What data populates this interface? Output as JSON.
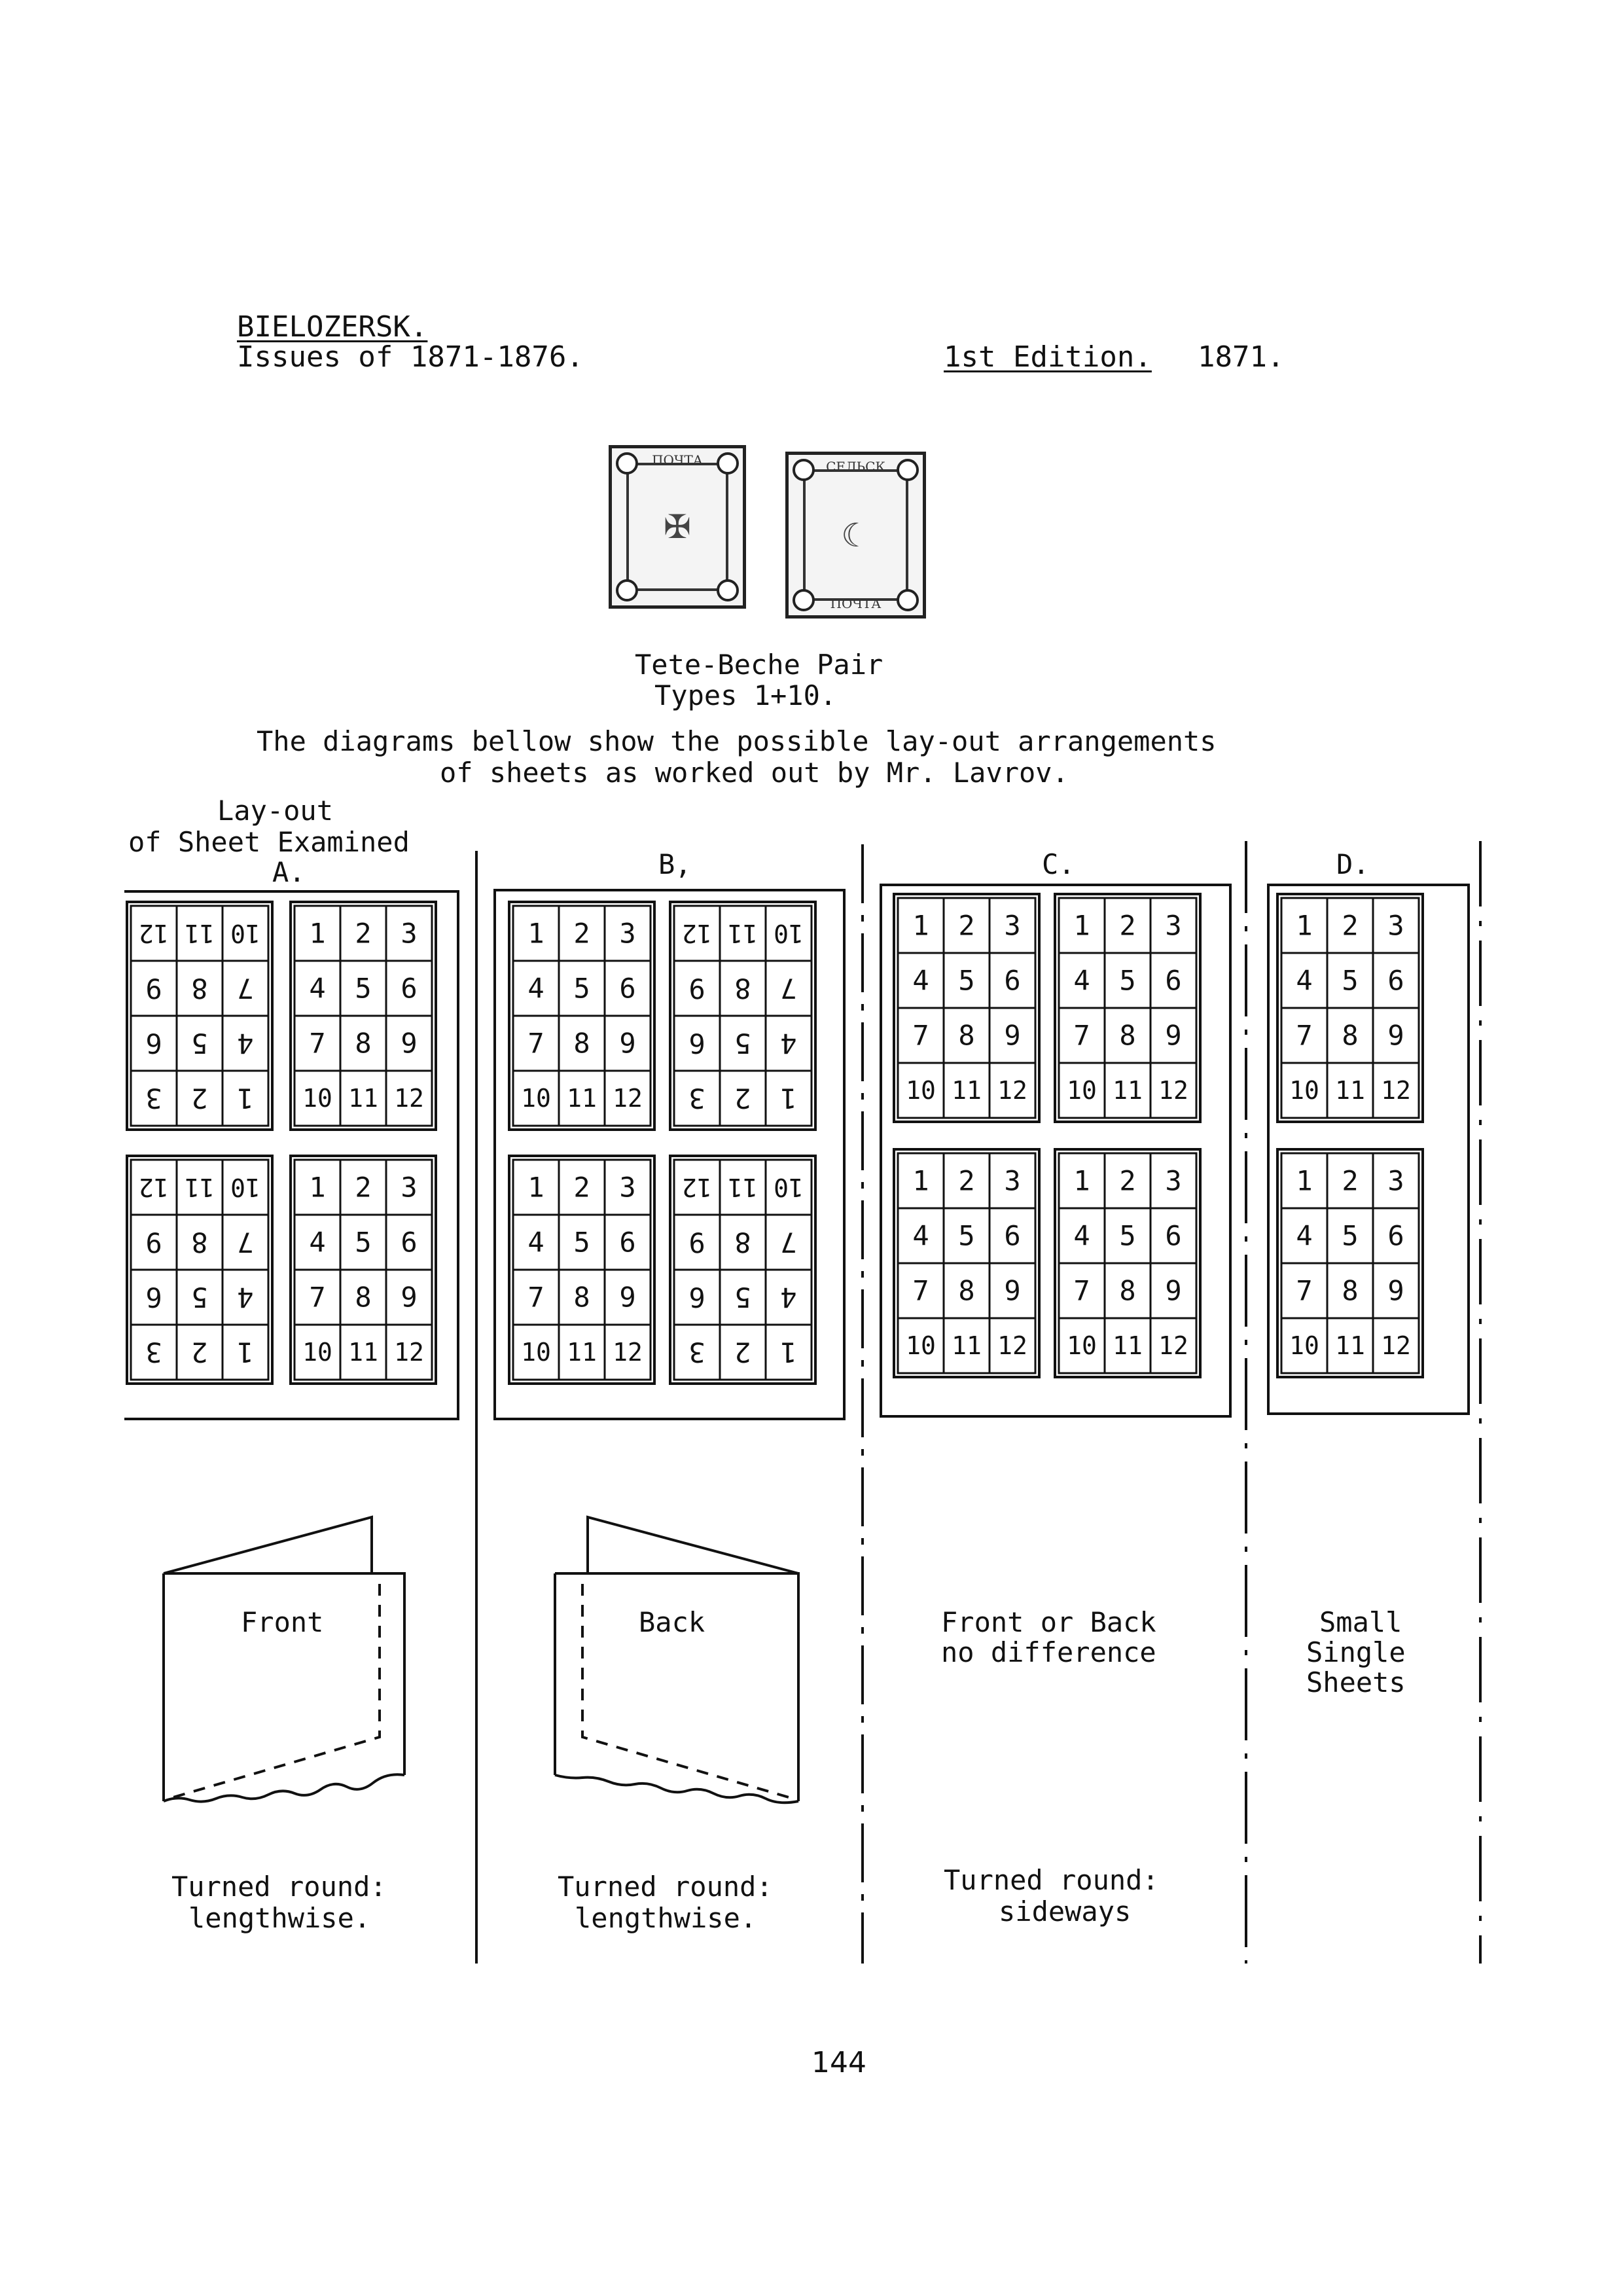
{
  "header": {
    "title": "BIELOZERSK.",
    "issues": "Issues of 1871-1876.",
    "edition": "1st Edition.",
    "edition_year": "1871."
  },
  "stamps": {
    "left_top_text": "ПОЧТА",
    "right_top_text": "СЕЛЬСК",
    "right_bottom_text": "ПОЧТА"
  },
  "caption": {
    "line1": "Tete-Beche Pair",
    "line2": "Types 1+10."
  },
  "intro": {
    "line1": "The diagrams bellow show the possible lay-out arrangements",
    "line2": "of sheets as worked out by Mr. Lavrov."
  },
  "layouts": [
    {
      "id": "A",
      "title_lines": [
        "Lay-out",
        "of Sheet Examined",
        "A."
      ],
      "blocks": [
        [
          "inv",
          "up"
        ],
        [
          "inv",
          "up"
        ]
      ],
      "fold": "front",
      "fold_label": "Front",
      "description": [],
      "turn": [
        "Turned round:",
        "lengthwise."
      ]
    },
    {
      "id": "B",
      "title_lines": [
        "B,"
      ],
      "blocks": [
        [
          "up",
          "inv"
        ],
        [
          "up",
          "inv"
        ]
      ],
      "fold": "back",
      "fold_label": "Back",
      "description": [],
      "turn": [
        "Turned round:",
        "lengthwise."
      ]
    },
    {
      "id": "C",
      "title_lines": [
        "C."
      ],
      "blocks": [
        [
          "up",
          "up"
        ],
        [
          "up",
          "up"
        ]
      ],
      "fold": "none",
      "fold_label": "",
      "description": [
        "Front or Back",
        "no difference"
      ],
      "turn": [
        "Turned round:",
        "sideways"
      ]
    },
    {
      "id": "D",
      "title_lines": [
        "D."
      ],
      "blocks": [
        [
          "up"
        ],
        [
          "up"
        ]
      ],
      "fold": "none",
      "fold_label": "",
      "description": [
        "Small",
        "Single",
        "Sheets"
      ],
      "turn": []
    }
  ],
  "grid_numbers": {
    "upright": [
      [
        "1",
        "2",
        "3"
      ],
      [
        "4",
        "5",
        "6"
      ],
      [
        "7",
        "8",
        "9"
      ],
      [
        "10",
        "11",
        "12"
      ]
    ],
    "inverted": [
      [
        "12",
        "11",
        "10"
      ],
      [
        "9",
        "8",
        "7"
      ],
      [
        "6",
        "5",
        "4"
      ],
      [
        "3",
        "2",
        "1"
      ]
    ]
  },
  "page_number": "144"
}
